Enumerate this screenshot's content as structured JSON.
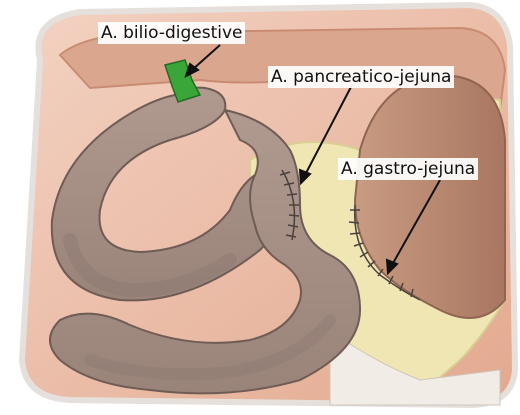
{
  "labels": {
    "bilio_digestive": "A. bilio-digestive",
    "pancreatico_jejunal": "A. pancreatico-jejuna",
    "gastro_jejunal": "A. gastro-jejuna"
  },
  "colors": {
    "intestine": "#a69188",
    "intestine_shadow": "#8c7770",
    "stomach": "#c4967e",
    "stomach_dark": "#a87a63",
    "pancreas": "#efe6b3",
    "bile_duct": "#3aa63a",
    "background_tissue": "#e8b9a4",
    "suture": "#4a4040"
  }
}
